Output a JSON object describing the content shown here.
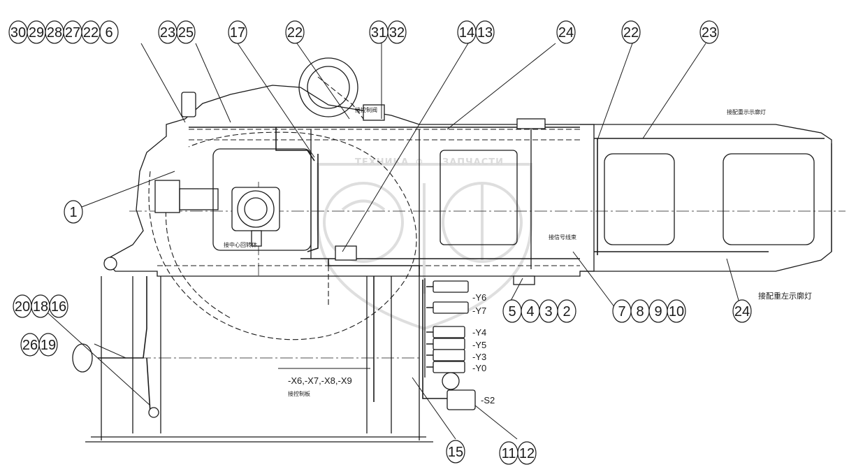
{
  "watermark": {
    "left_word": "ТЕХНИКА",
    "right_word": "ЗАПЧАСТИ"
  },
  "callouts_top": [
    {
      "id": "30"
    },
    {
      "id": "29"
    },
    {
      "id": "28"
    },
    {
      "id": "27"
    },
    {
      "id": "22"
    },
    {
      "id": "6"
    },
    {
      "id": "23"
    },
    {
      "id": "25"
    },
    {
      "id": "17"
    },
    {
      "id": "22"
    },
    {
      "id": "31"
    },
    {
      "id": "32"
    },
    {
      "id": "14"
    },
    {
      "id": "13"
    },
    {
      "id": "24"
    },
    {
      "id": "22"
    },
    {
      "id": "23"
    }
  ],
  "callouts_other": [
    {
      "id": "1"
    },
    {
      "id": "20"
    },
    {
      "id": "18"
    },
    {
      "id": "16"
    },
    {
      "id": "26"
    },
    {
      "id": "19"
    },
    {
      "id": "5"
    },
    {
      "id": "4"
    },
    {
      "id": "3"
    },
    {
      "id": "2"
    },
    {
      "id": "7"
    },
    {
      "id": "8"
    },
    {
      "id": "9"
    },
    {
      "id": "10"
    },
    {
      "id": "24"
    },
    {
      "id": "15"
    },
    {
      "id": "11"
    },
    {
      "id": "12"
    }
  ],
  "connector_labels": [
    "-Y6",
    "-Y7",
    "-Y4",
    "-Y5",
    "-Y3",
    "-Y0",
    "-S2"
  ],
  "cable_label": "-X6,-X7,-X8,-X9",
  "notes": {
    "left_lamp": "接配重左示廓灯",
    "right_lamp": "接配重示示廓灯",
    "center_body": "接中心回转体",
    "signal": "接信号线束",
    "cable_harness": "接控制板",
    "small_top": "接控制阀"
  }
}
